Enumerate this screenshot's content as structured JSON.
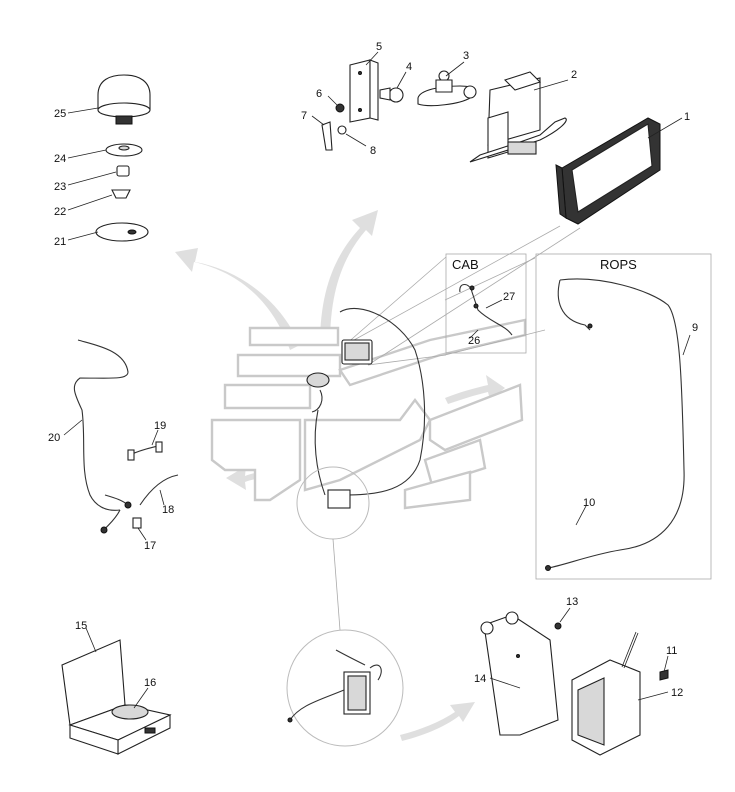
{
  "callouts": [
    "1",
    "2",
    "3",
    "4",
    "5",
    "6",
    "7",
    "8",
    "9",
    "10",
    "11",
    "12",
    "13",
    "14",
    "15",
    "16",
    "17",
    "18",
    "19",
    "20",
    "21",
    "22",
    "23",
    "24",
    "25",
    "26",
    "27"
  ],
  "boxes": {
    "cab": "CAB",
    "rops": "ROPS"
  }
}
